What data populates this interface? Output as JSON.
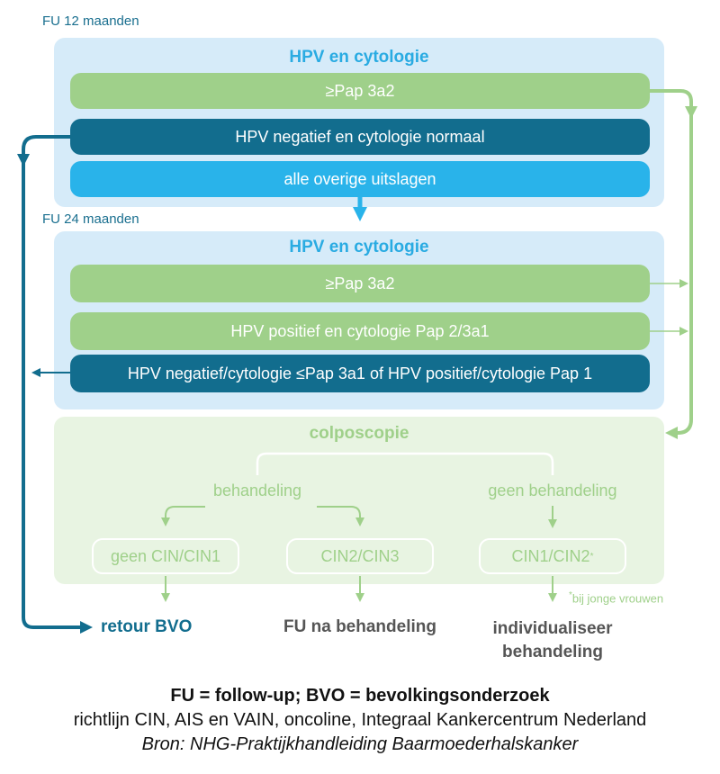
{
  "fu12": {
    "label": "FU 12 maanden",
    "title": "HPV en cytologie",
    "rows": [
      "≥Pap 3a2",
      "HPV negatief en cytologie normaal",
      "alle overige uitslagen"
    ]
  },
  "fu24": {
    "label": "FU 24 maanden",
    "title": "HPV en cytologie",
    "rows": [
      "≥Pap 3a2",
      "HPV positief en cytologie Pap 2/3a1",
      "HPV negatief/cytologie ≤Pap 3a1 of HPV positief/cytologie Pap 1"
    ]
  },
  "colposcopie": {
    "title": "colposcopie",
    "branch_treatment": "behandeling",
    "branch_no_treatment": "geen behandeling",
    "outcomes": [
      "geen CIN/CIN1",
      "CIN2/CIN3",
      "CIN1/CIN2"
    ],
    "footnote_mark": "*",
    "footnote": "bij jonge vrouwen"
  },
  "endpoints": {
    "return": "retour BVO",
    "followup": "FU na behandeling",
    "individualize_1": "individualiseer",
    "individualize_2": "behandeling"
  },
  "footer": {
    "abbreviations": "FU = follow-up; BVO = bevolkingsonderzoek",
    "source_line": "richtlijn CIN, AIS en VAIN, oncoline, Integraal Kankercentrum Nederland",
    "source_italic": "Bron: NHG-Praktijkhandleiding Baarmoederhalskanker"
  },
  "colors": {
    "green": "#9fd08a",
    "navy": "#126d8e",
    "sky": "#29b3ea",
    "light_blue": "#d6ebf9",
    "light_green": "#e8f4e2"
  }
}
